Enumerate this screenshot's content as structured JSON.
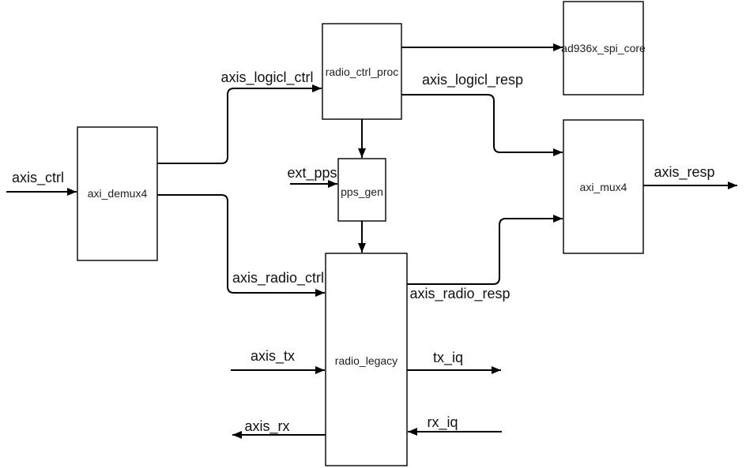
{
  "diagram": {
    "background_color": "#ffffff",
    "line_color": "#000000",
    "text_color": "#111111",
    "nodes": [
      {
        "id": "axi_demux4",
        "label": "axi_demux4"
      },
      {
        "id": "radio_ctrl_proc",
        "label": "radio_ctrl_proc"
      },
      {
        "id": "ad936x_spi_core",
        "label": "ad936x_spi_core"
      },
      {
        "id": "pps_gen",
        "label": "pps_gen"
      },
      {
        "id": "axi_mux4",
        "label": "axi_mux4"
      },
      {
        "id": "radio_legacy",
        "label": "radio_legacy"
      }
    ],
    "edges": [
      {
        "label": "axis_ctrl",
        "from": "external",
        "to": "axi_demux4"
      },
      {
        "label": "axis_logicl_ctrl",
        "from": "axi_demux4",
        "to": "radio_ctrl_proc"
      },
      {
        "label": "axis_radio_ctrl",
        "from": "axi_demux4",
        "to": "radio_legacy"
      },
      {
        "label": "",
        "from": "radio_ctrl_proc",
        "to": "ad936x_spi_core"
      },
      {
        "label": "axis_logicl_resp",
        "from": "radio_ctrl_proc",
        "to": "axi_mux4"
      },
      {
        "label": "",
        "from": "radio_ctrl_proc",
        "to": "pps_gen"
      },
      {
        "label": "ext_pps",
        "from": "external",
        "to": "pps_gen"
      },
      {
        "label": "",
        "from": "pps_gen",
        "to": "radio_legacy"
      },
      {
        "label": "axis_radio_resp",
        "from": "radio_legacy",
        "to": "axi_mux4"
      },
      {
        "label": "axis_resp",
        "from": "axi_mux4",
        "to": "external"
      },
      {
        "label": "axis_tx",
        "from": "external",
        "to": "radio_legacy"
      },
      {
        "label": "axis_rx",
        "from": "radio_legacy",
        "to": "external"
      },
      {
        "label": "tx_iq",
        "from": "radio_legacy",
        "to": "external"
      },
      {
        "label": "rx_iq",
        "from": "external",
        "to": "radio_legacy"
      }
    ]
  }
}
